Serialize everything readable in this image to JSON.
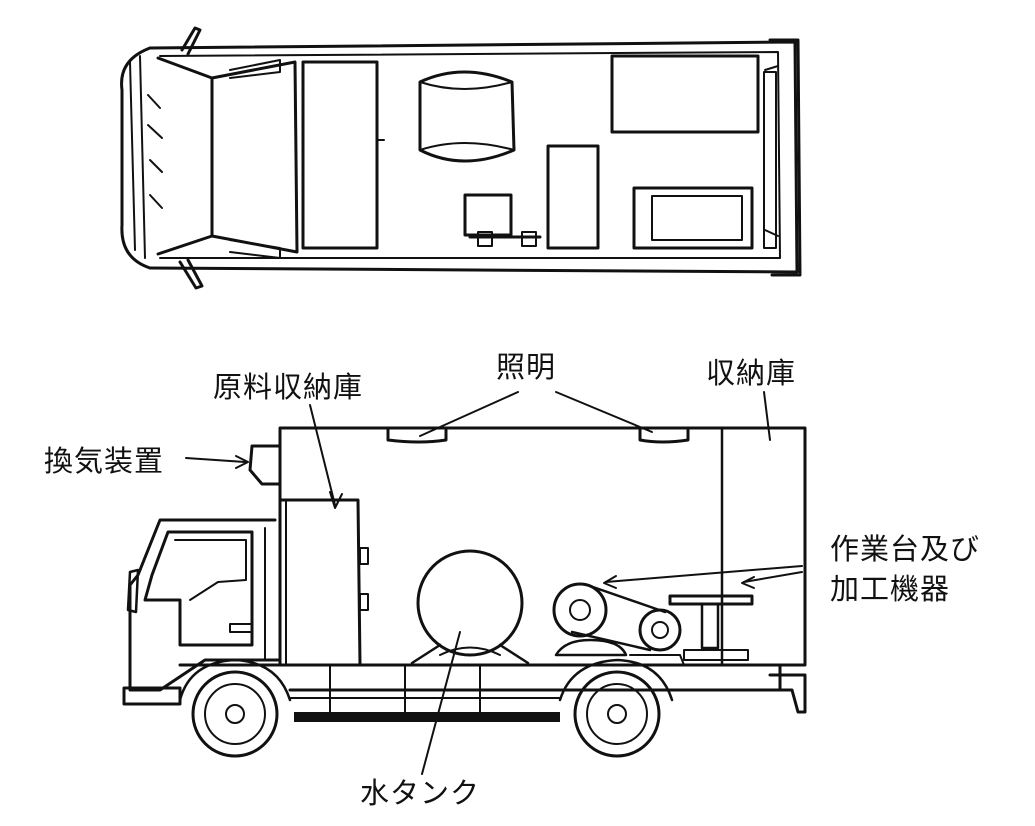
{
  "labels": {
    "raw_material_storage": "原料収納庫",
    "lighting": "照明",
    "storage": "収納庫",
    "ventilation": "換気装置",
    "workbench_line1": "作業台及び",
    "workbench_line2": "加工機器",
    "water_tank": "水タンク"
  }
}
